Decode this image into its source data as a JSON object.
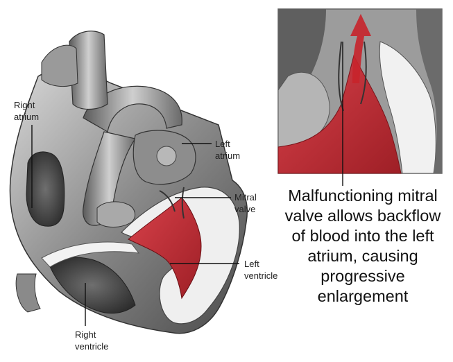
{
  "labels": {
    "right_atrium": "Right\natrium",
    "left_atrium": "Left\natrium",
    "mitral_valve": "Mitral\nvalve",
    "left_ventricle": "Left\nventricle",
    "right_ventricle": "Right\nventricle"
  },
  "caption": {
    "lines": [
      "Malfunctioning mitral",
      "valve allows backflow",
      "of blood into the left",
      "atrium, causing",
      "progressive",
      "enlargement"
    ]
  },
  "colors": {
    "blood_red": "#b8242c",
    "tissue_gray": "#7a7a7a",
    "background": "#ffffff"
  }
}
